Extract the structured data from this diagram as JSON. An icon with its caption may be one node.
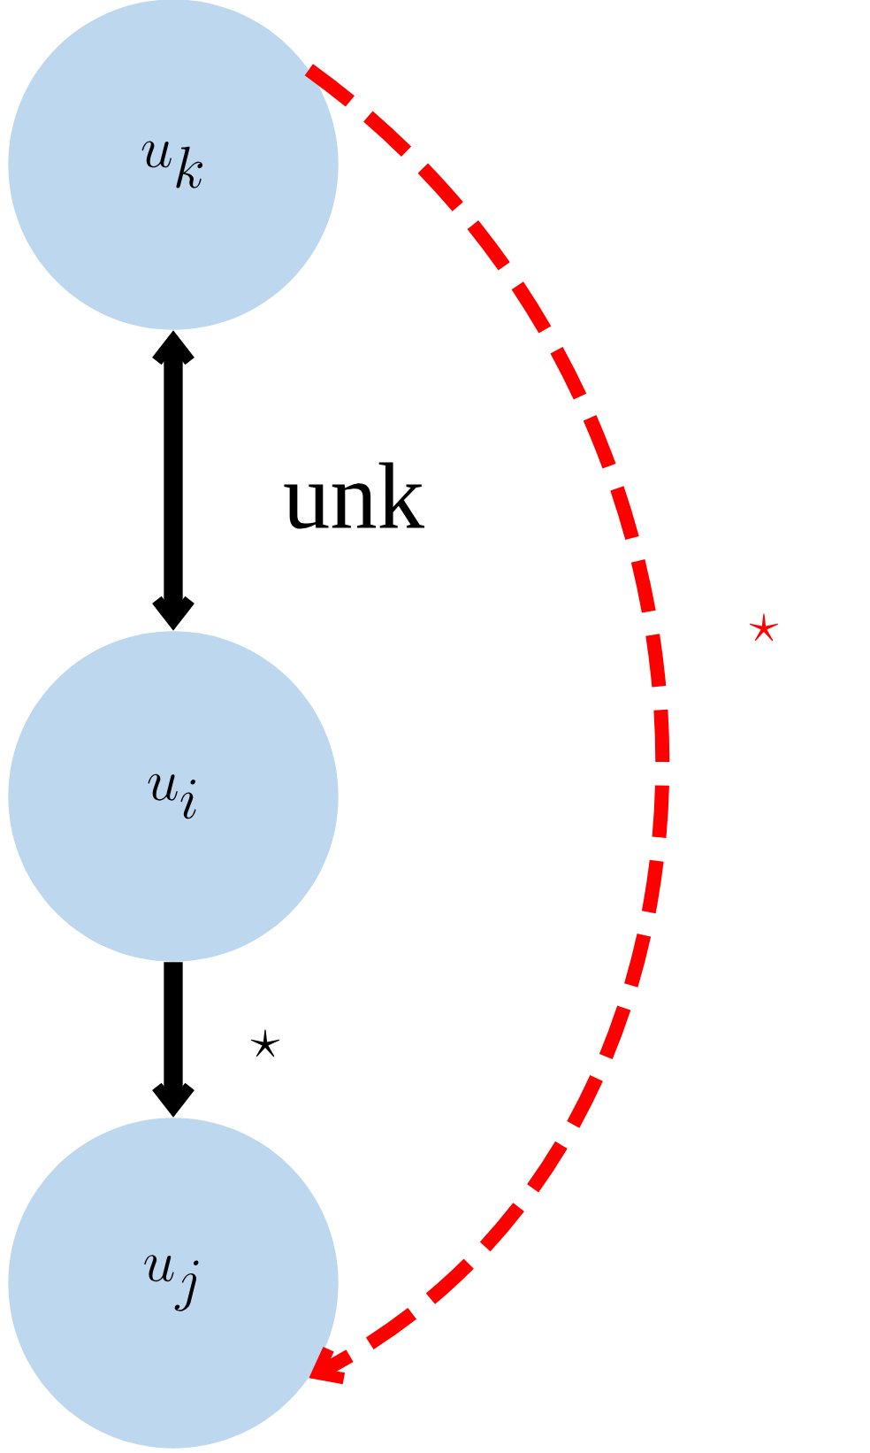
{
  "diagram": {
    "nodes": [
      {
        "text": [
          "u_k"
        ]
      },
      {
        "text": [
          "u_i"
        ]
      },
      {
        "text": [
          "u_j"
        ]
      }
    ],
    "edges": [
      {
        "from": 0,
        "to": 1,
        "arrow": "both",
        "label": "unk"
      },
      {
        "from": 1,
        "to": 2,
        "arrow": "to",
        "label": "\\star"
      },
      {
        "from": 0,
        "to": 2,
        "arrow": "to",
        "label": "\\star",
        "style": "dashed",
        "color": "#ff0000"
      }
    ]
  }
}
